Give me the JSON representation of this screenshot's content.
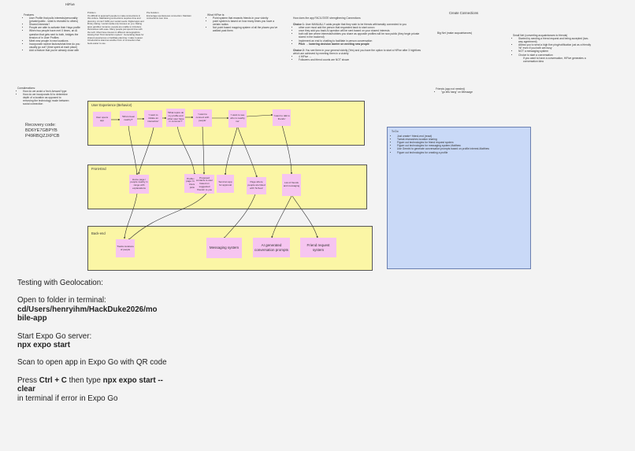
{
  "header": {
    "hifive": "HiFive",
    "how_title": "How does the app FACILITATE strengthening Connections",
    "create_connections": "Create Connections"
  },
  "features": {
    "title": "Features",
    "items": [
      "User Profile that pulls interests/personality (private/public - what is revealed to others)",
      "Shared Interests?",
      "People are able to activate their Haya profile",
      "When two people have met X times, an AI question that gets sent to both, bridges the tension of in User Profiles",
      "Meet new people in new locations",
      "Incorporate routine factors/what time do you usually go out? (time spent at each place)",
      "Add a feature that you're already close with"
    ]
  },
  "considerations": {
    "title": "Considerations:",
    "items": [
      "How do we avoid a 'tech-forward' type",
      "How do we incorporate AI to determine depth of a location as opposed to removing the technology mode between social connection"
    ]
  },
  "recovery": {
    "label": "Recovery code:",
    "line1": "BD6YE7GBPYB",
    "line2": "P49RBQZJXPCB"
  },
  "problem": {
    "title": "Problem",
    "text": "It's difficult to approach people to make connections in this culture. Maintaining connections requires time and planning. AI can't fulfill your social needs. Digital apps and library dating / social media only focuses on you. Dating apps gamifies romance; people are unable to introduce themselves with ease. Many people just spend time with the tech. Most have interest in different demographics. Having their 'first interaction system'. Generating ideas for shared experiences or facilitate planning / make it easier. Introductions stand as another form of connection that feels easier to use."
  },
  "solution": {
    "title": "Pre-Solution",
    "text": "Encourage spontaneous connection. Maintain connections over time"
  },
  "what_hifive": {
    "title": "What HiFive is:",
    "items": [
      "Point system that rewards friends in your vicinity",
      "point system is based on how many times you have a certain radius",
      "Not point based mapping system of all the places you've walked past them"
    ]
  },
  "choices": {
    "choice1_title": "Choice 1:",
    "choice1_text": "User MANUALLY adds people that they wish to be friends with/weakly connected to you",
    "choice1_items": [
      "other user must add the person that requested back to start convo",
      "once they add you back AI question will be sent based on your shared interests",
      "both will see where interests/hobbies you share as opposite profiles will be now public (they begin private stored in the backend)",
      "Implement an end to chatting to facilitate in person conversation",
      "Pitch → lowering decision barrier on meeting new people"
    ],
    "choice2_title": "Choice 2:",
    "choice2_text": "You see them in your general vicinity (Yes) and you have the option to start a HiFive after 3 highfives which are achieved by meeting them in a vicinity",
    "choice2_items": [
      "4 HiFive →",
      "Followers and friend counts are NOT shown"
    ]
  },
  "big_net": "Big Net (make acquaintances)",
  "small_net": {
    "title": "Small Net (converting acquaintances to friends)",
    "items": [
      "Started by sending a friend request and being accepted (two-way agreement)",
      "Allows you to send a high five ping/notification just as a friendly 'hi!' even if you both are busy",
      "NOT a messaging system",
      "Choice to start a conversation",
      "If you want to have a conversation, HiFive generates a conversation idea"
    ]
  },
  "friends_app": {
    "title": "Friends (app not needed)",
    "item": "\"go lets hang\" on iMessage"
  },
  "lanes": {
    "ux": "User Experience (Behavior)",
    "frontend": "Front-End",
    "backend": "Back-end"
  },
  "ux_notes": [
    "User opens app",
    "'Who's been nearby?'",
    "'I want to initiate an interaction'",
    "'What topics do my profile and other user have in common?'",
    "'I want to connect with people'",
    "'I want to see who is nearby me'",
    "'I want to talk to friends'"
  ],
  "fe_notes": [
    "Home page / people nearby in range with explanations",
    "Profile set-up page: hobbies, interests, pictures",
    "Proposed contacts to user based on suggested 'friends' to you",
    "Send an app for approval",
    "Page where people are listed with 'hi-fives'",
    "List of friends and messaging"
  ],
  "be_notes": [
    "Tracks locations of people",
    "Messaging system",
    "AI generated conversation prompts",
    "Friend request system"
  ],
  "todo": {
    "title": "To Do",
    "items": [
      "Just create+ friend-end (react)",
      "Tweak researches location sharing",
      "Figure out technologies for friend request system",
      "Figure out technologies for messaging system-Matthew",
      "Use Gemini to generate conversation prompts based on profile interest-Matthew",
      "Figure out technologies for creating a profile"
    ]
  },
  "instructions": {
    "line1": "Testing with Geolocation:",
    "line2": "Open to folder in terminal:",
    "path1": "cd/Users/henryihm/HackDuke2026/mo",
    "path2": "bile-app",
    "line3": "Start Expo Go server:",
    "cmd1": "npx expo start",
    "line4": "Scan to open app in Expo Go with QR code",
    "line5a": "Press ",
    "keys": "Ctrl + C",
    "line5b": " then type ",
    "cmd2a": "npx expo start --",
    "cmd2b": "clear",
    "line6": "in terminal if error in Expo Go"
  }
}
